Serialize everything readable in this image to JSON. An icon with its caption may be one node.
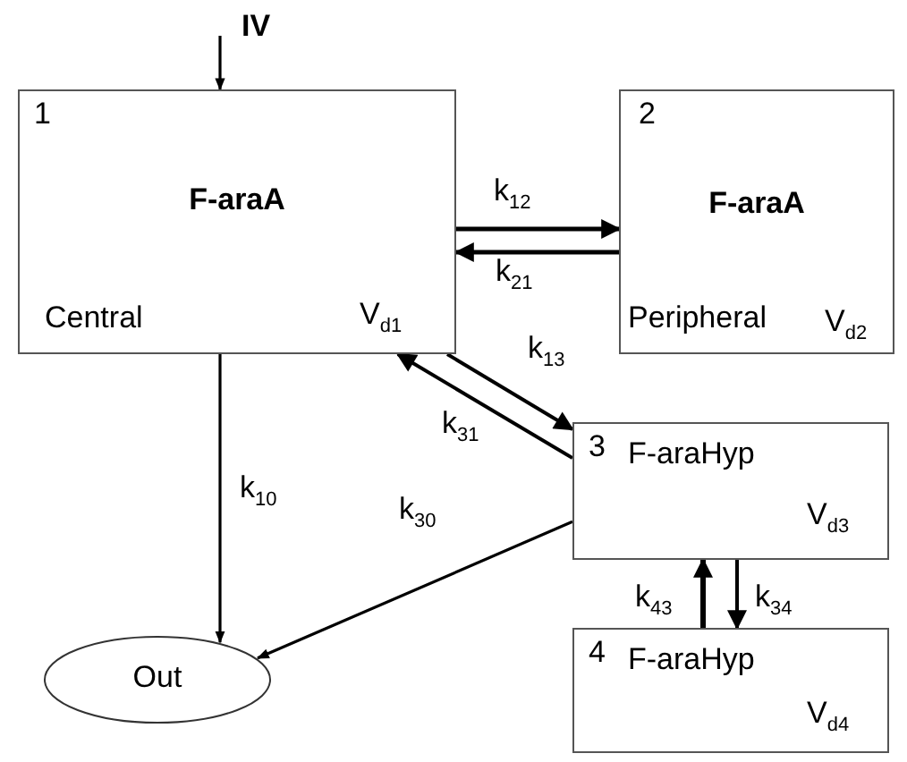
{
  "diagram": {
    "nodes": [
      {
        "text": [
          "1",
          "F-araA",
          "Central",
          "V$_{d1}$"
        ]
      },
      {
        "text": [
          "2",
          "F-araA",
          "Peripheral",
          "V$_{d2}$"
        ]
      },
      {
        "text": [
          "3",
          "F-araHyp",
          "V$_{d3}$"
        ]
      },
      {
        "text": [
          "4",
          "F-araHyp",
          "V$_{d4}$"
        ]
      },
      {
        "text": [
          "Out"
        ]
      }
    ],
    "edges": [
      {
        "from": null,
        "to": 0,
        "arrow": "to",
        "label": "IV"
      },
      {
        "from": 0,
        "to": 1,
        "arrow": "to",
        "label": "k$_{12}$"
      },
      {
        "from": 1,
        "to": 0,
        "arrow": "to",
        "label": "k$_{21}$"
      },
      {
        "from": 0,
        "to": 2,
        "arrow": "to",
        "label": "k$_{13}$"
      },
      {
        "from": 2,
        "to": 0,
        "arrow": "to",
        "label": "k$_{31}$"
      },
      {
        "from": 0,
        "to": 4,
        "arrow": "to",
        "label": "k$_{10}$"
      },
      {
        "from": 2,
        "to": 4,
        "arrow": "to",
        "label": "k$_{30}$"
      },
      {
        "from": 3,
        "to": 2,
        "arrow": "to",
        "label": "k$_{43}$"
      },
      {
        "from": 2,
        "to": 3,
        "arrow": "to",
        "label": "k$_{34}$"
      }
    ]
  }
}
